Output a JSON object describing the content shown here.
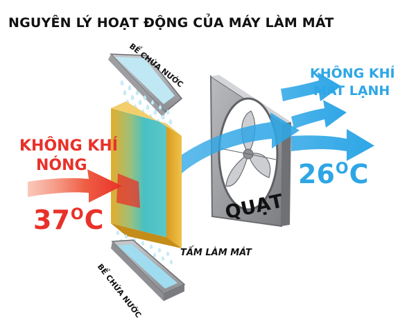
{
  "title": "NGUYÊN LÝ HOẠT ĐỘNG CỦA MÁY LÀM MÁT",
  "hot_air": {
    "line1": "KHÔNG KHÍ",
    "line2": "NÓNG",
    "temp_value": "37",
    "temp_deg": "O",
    "temp_unit": "C"
  },
  "cold_air": {
    "line1": "KHÔNG KHÍ",
    "line2": "MÁT LẠNH",
    "temp_value": "26",
    "temp_deg": "O",
    "temp_unit": "C"
  },
  "parts": {
    "top_tank": "BỂ CHỨA NƯỚC",
    "bottom_tank": "BỂ CHỨA NƯỚC",
    "cooling_pad": "TẤM LÀM MÁT",
    "fan": "QUẠT"
  },
  "colors": {
    "hot": "#e8312a",
    "cold": "#2ea6e6",
    "pad_yellow": "#e4ad2c",
    "pad_teal": "#48c0c4",
    "metal": "#8d8f92",
    "water": "#bfe8f4"
  }
}
